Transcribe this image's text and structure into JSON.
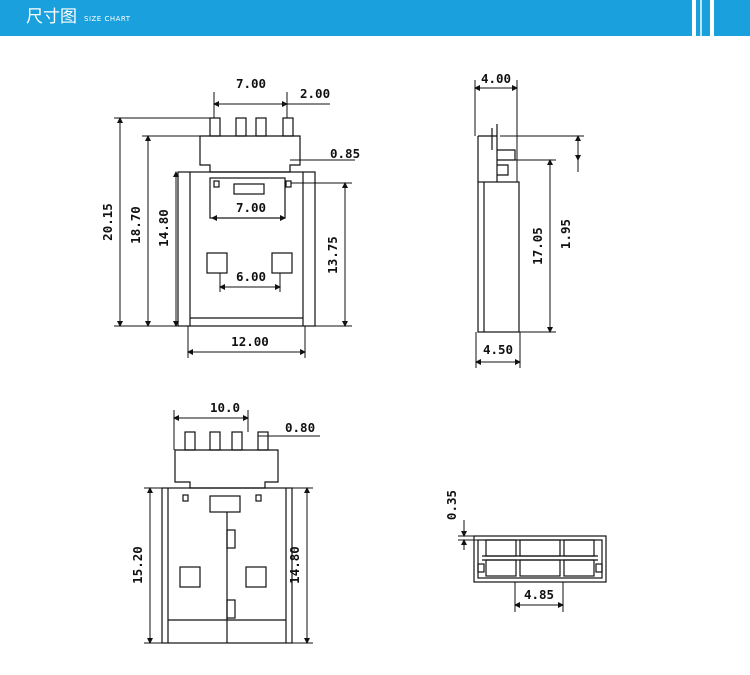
{
  "header": {
    "title": "尺寸图",
    "subtitle": "SIZE CHART",
    "accent_color": "#1aa0dd"
  },
  "front_view": {
    "dims": {
      "pins_width": "7.00",
      "pin_pitch": "2.00",
      "tab_offset": "0.85",
      "slot_width": "7.00",
      "window_spacing": "6.00",
      "total_height": "20.15",
      "body_height_a": "18.70",
      "shell_height": "14.80",
      "right_height": "13.75",
      "body_width": "12.00"
    }
  },
  "side_view": {
    "dims": {
      "top_width": "4.00",
      "height": "17.05",
      "notch": "1.95",
      "bottom_width": "4.50"
    }
  },
  "back_view": {
    "dims": {
      "pins_width": "10.0",
      "pin_offset": "0.80",
      "left_height": "15.20",
      "right_height": "14.80"
    }
  },
  "end_view": {
    "dims": {
      "wall": "0.35",
      "inner_width": "4.85"
    }
  }
}
